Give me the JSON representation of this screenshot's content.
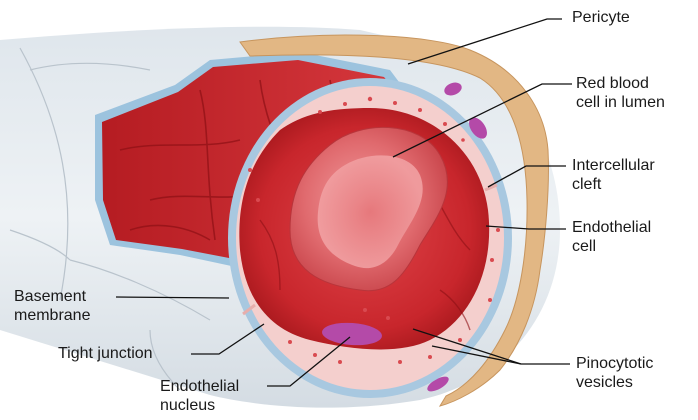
{
  "labels": {
    "pericyte": [
      "Pericyte"
    ],
    "red_blood_cell": [
      "Red blood",
      "cell in lumen"
    ],
    "intercellular_cleft": [
      "Intercellular",
      "cleft"
    ],
    "endothelial_cell": [
      "Endothelial",
      "cell"
    ],
    "basement_membrane": [
      "Basement",
      "membrane"
    ],
    "tight_junction": [
      "Tight junction"
    ],
    "endothelial_nucleus": [
      "Endothelial",
      "nucleus"
    ],
    "pinocytotic_vesicles": [
      "Pinocytotic",
      "vesicles"
    ]
  },
  "colors": {
    "lumen_red": "#c8262c",
    "lumen_dark": "#9c1418",
    "endothelium_pink": "#f4cfcd",
    "basement_blue": "#a8c8e0",
    "pericyte_tan": "#e2b784",
    "nucleus_purple": "#b44aa8",
    "rbc_pink": "#e06a6e"
  }
}
